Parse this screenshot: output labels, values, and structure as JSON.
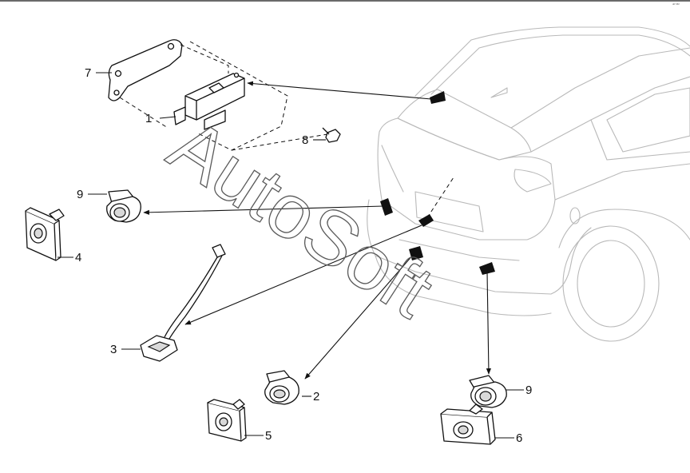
{
  "diagram": {
    "corner_tag": "ᵃᴿ ᴹᴹ",
    "watermark": "AutoSoft",
    "callouts": [
      "1",
      "2",
      "3",
      "4",
      "5",
      "6",
      "7",
      "8",
      "9",
      "9"
    ]
  }
}
